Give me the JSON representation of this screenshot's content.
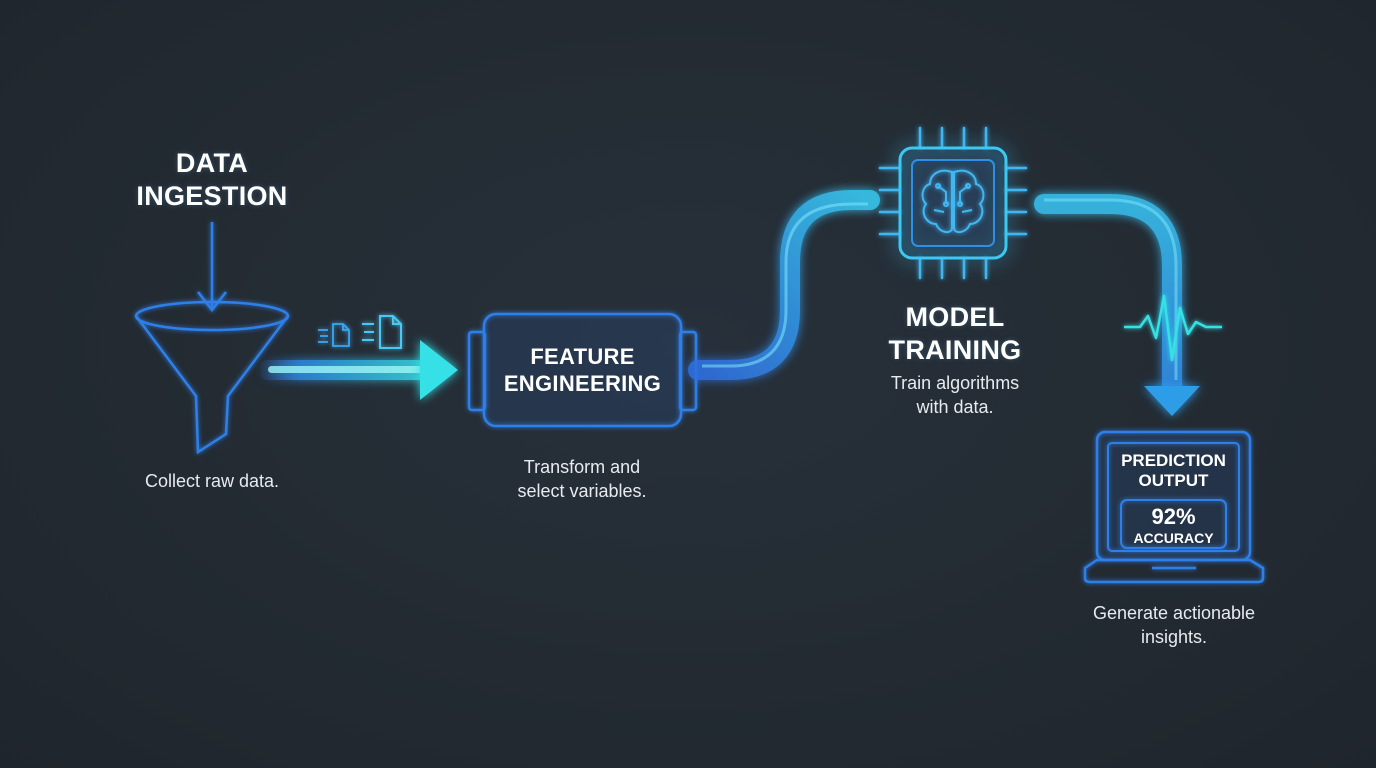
{
  "colors": {
    "background": "#232a33",
    "blue": "#2f7fe8",
    "cyan": "#35e0e6",
    "text": "#ffffff"
  },
  "stages": [
    {
      "id": "data-ingestion",
      "icon": "funnel-icon",
      "title_lines": [
        "DATA",
        "INGESTION"
      ],
      "description_lines": [
        "Collect raw data."
      ]
    },
    {
      "id": "feature-engineering",
      "icon": "processing-box-icon",
      "title_lines": [
        "FEATURE",
        "ENGINEERING"
      ],
      "description_lines": [
        "Transform and",
        "select variables."
      ]
    },
    {
      "id": "model-training",
      "icon": "brain-chip-icon",
      "title_lines": [
        "MODEL",
        "TRAINING"
      ],
      "description_lines": [
        "Train algorithms",
        "with data."
      ]
    },
    {
      "id": "prediction-output",
      "icon": "laptop-icon",
      "screen_title_lines": [
        "PREDICTION",
        "OUTPUT"
      ],
      "metric_value": "92%",
      "metric_label": "ACCURACY",
      "description_lines": [
        "Generate actionable",
        "insights."
      ]
    }
  ],
  "connectors": [
    {
      "from": "data-ingestion",
      "to": "feature-engineering",
      "icon": "right-arrow-icon"
    },
    {
      "from": "feature-engineering",
      "to": "model-training",
      "icon": "curved-pipe-icon"
    },
    {
      "from": "model-training",
      "to": "prediction-output",
      "icon": "down-arrow-icon"
    }
  ]
}
